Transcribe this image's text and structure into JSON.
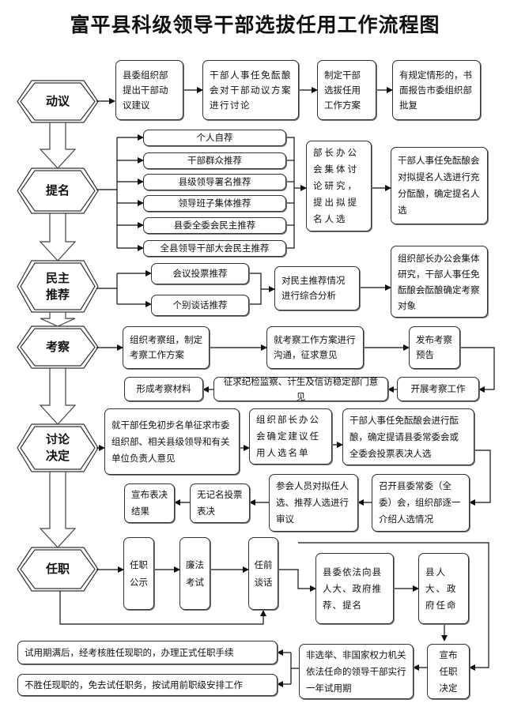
{
  "title": "富平县科级领导干部选拔任用工作流程图",
  "stages": {
    "dongyi": "动议",
    "timing": "提名",
    "minzhu_line1": "民主",
    "minzhu_line2": "推荐",
    "kaocha": "考察",
    "taolun_line1": "讨论",
    "taolun_line2": "决定",
    "renzhi": "任职"
  },
  "dongyi": {
    "b1": "县委组织部提出干部动议建议",
    "b2": "干部人事任免酝酿会对干部动议方案进行讨论",
    "b3": "制定干部选拔任用工作方案",
    "b4": "有规定情形的，书面报告市委组织部批复"
  },
  "timing": {
    "items": [
      "个人自荐",
      "干部群众推荐",
      "县级领导署名推荐",
      "领导班子集体推荐",
      "县委全委会民主推荐",
      "全县领导干部大会民主推荐"
    ],
    "b1": "部长办公会集体讨论研究，提出拟提名人选",
    "b2": "干部人事任免酝酿会对拟提名人选进行充分酝酿，确定提名人选"
  },
  "minzhu": {
    "items": [
      "会议投票推荐",
      "个别谈话推荐"
    ],
    "b1": "对民主推荐情况进行综合分析",
    "b2": "组织部长办公会集体研究，干部人事任免酝酿会酝酿确定考察对象"
  },
  "kaocha": {
    "b1": "组织考察组，制定考察工作方案",
    "b2": "就考察工作方案进行沟通，征求意见",
    "b3": "发布考察预告",
    "b4": "开展考察工作",
    "b5": "征求纪检监察、计生及信访稳定部门意见",
    "b6": "形成考察材料"
  },
  "taolun": {
    "b1": "就干部任免初步名单征求市委组织部、相关县级领导和有关单位负责人意见",
    "b2": "组织部长办公会确定建议任用人选名单",
    "b3": "干部人事任免酝酿会进行酝酿，确定提请县委常委会或全委会投票表决人选",
    "b4": "召开县委常委（全委）会，组织部逐一介绍人选情况",
    "b5": "参会人员对拟任人选、推荐人选进行审议",
    "b6": "无记名投票表决",
    "b7": "宣布表决结果"
  },
  "renzhi": {
    "b1": "任职公示",
    "b2": "廉法考试",
    "b3": "任前谈话",
    "b4": "县委依法向县人大、政府推荐、提名",
    "b5": "县人大、政府任命",
    "b6": "宣布任职决定",
    "b7": "非选举、非国家权力机关依法任命的领导干部实行一年试用期",
    "b8": "试用期满后，经考核胜任现职的，办理正式任职手续",
    "b9": "不胜任现职的，免去试任职务，按试用前职级安排工作"
  }
}
